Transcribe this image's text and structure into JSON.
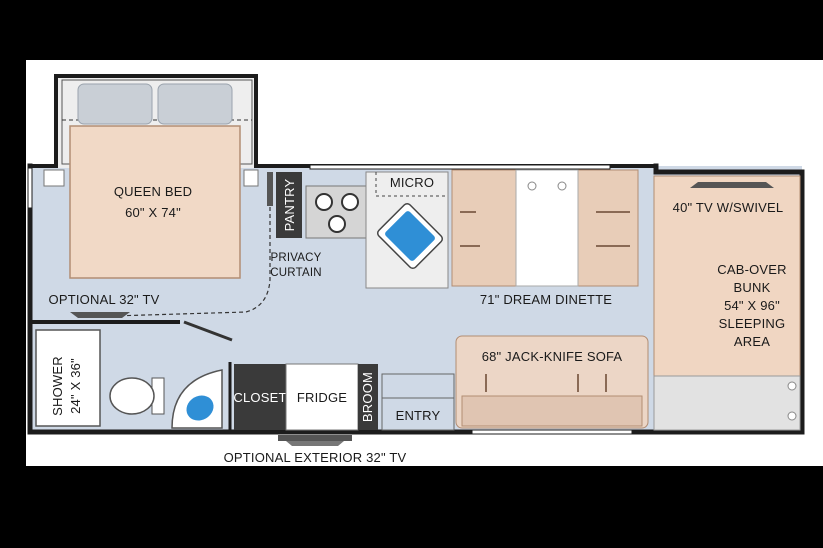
{
  "colors": {
    "floor": "#cfd9e6",
    "wall": "#1c1c1c",
    "bed": "#f1d9c6",
    "bed_border": "#b28d73",
    "pillow": "#c9cfd6",
    "bed_nook": "#eeeeee",
    "sofa": "#ecd6c6",
    "dinette_bench": "#e8cdb8",
    "table": "#ffffff",
    "cab_bunk": "#f0d6c2",
    "sink": "#2f8fd6",
    "cabinet": "#3a3a3a",
    "counter": "#d5d5d5"
  },
  "labels": {
    "queen_bed": [
      "QUEEN BED",
      "60\" X 74\""
    ],
    "pantry": "PANTRY",
    "micro": "MICRO",
    "privacy_curtain": [
      "PRIVACY",
      "CURTAIN"
    ],
    "tv_swivel": "40\" TV W/SWIVEL",
    "cab_over": [
      "CAB-OVER",
      "BUNK",
      "54\" X 96\"",
      "SLEEPING",
      "AREA"
    ],
    "dinette": "71\" DREAM DINETTE",
    "optional_tv": "OPTIONAL 32\" TV",
    "sofa": "68\" JACK-KNIFE SOFA",
    "shower": [
      "SHOWER",
      "24\" X 36\""
    ],
    "closet": "CLOSET",
    "fridge": "FRIDGE",
    "broom": "BROOM",
    "entry": "ENTRY",
    "exterior_tv": "OPTIONAL EXTERIOR 32\" TV"
  }
}
